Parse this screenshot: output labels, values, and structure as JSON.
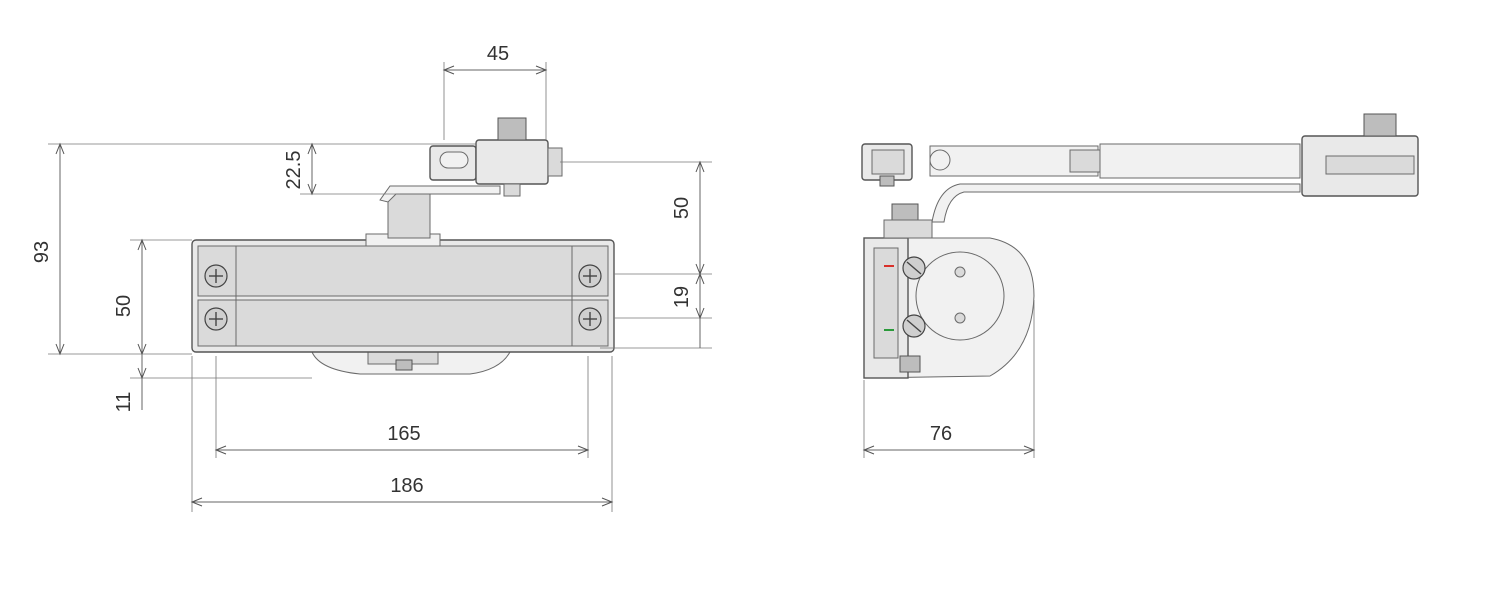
{
  "dimensions": {
    "arm_offset": "45",
    "arm_height": "22.5",
    "total_height": "93",
    "body_height": "50",
    "arm_to_body": "50",
    "screw_spacing": "19",
    "bottom_offset": "11",
    "screw_span": "165",
    "body_length": "186",
    "body_depth": "76"
  },
  "colors": {
    "line": "#666666",
    "part_fill": "#e9e9e9",
    "text": "#333333",
    "marker_red": "#d9302a",
    "marker_green": "#2a9a3a"
  }
}
